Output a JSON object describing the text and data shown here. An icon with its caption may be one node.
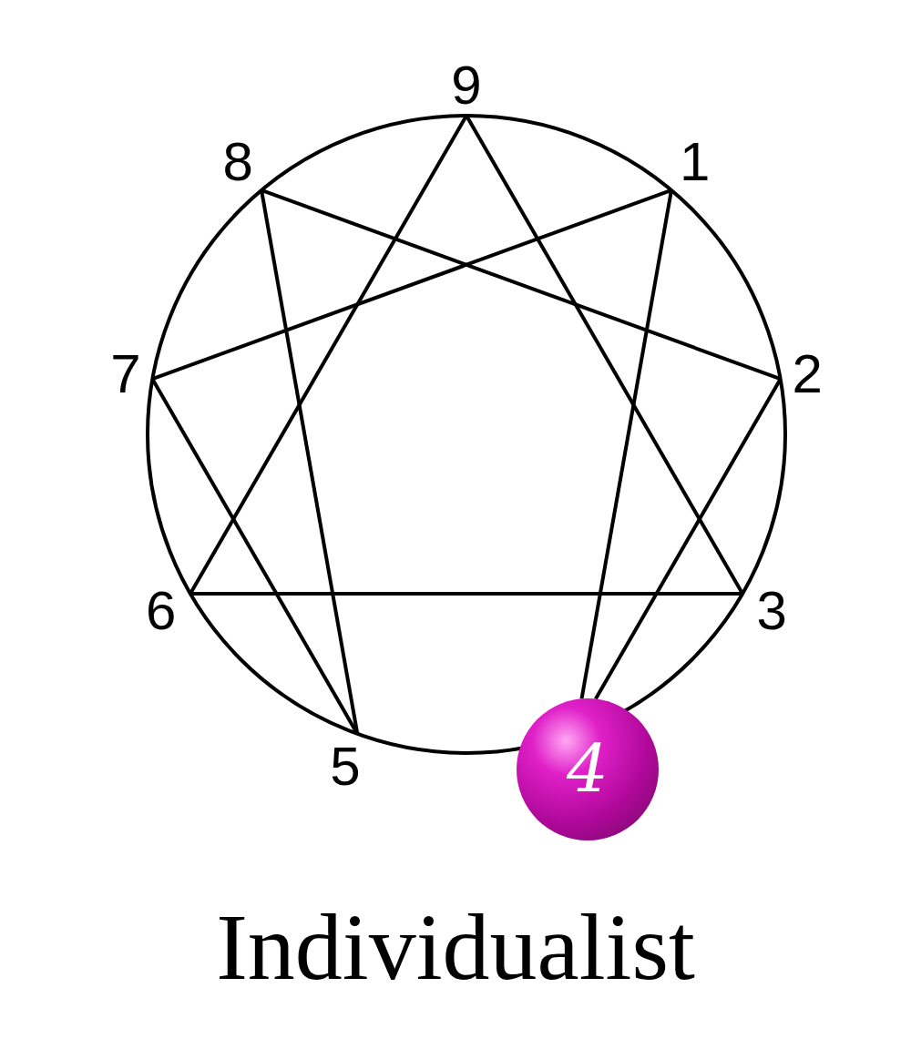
{
  "diagram": {
    "caption": "Individualist",
    "nodes": [
      {
        "text": [
          "9"
        ]
      },
      {
        "text": [
          "8"
        ]
      },
      {
        "text": [
          "1"
        ]
      },
      {
        "text": [
          "7"
        ]
      },
      {
        "text": [
          "2"
        ]
      },
      {
        "text": [
          "6"
        ]
      },
      {
        "text": [
          "3"
        ]
      },
      {
        "text": [
          "5"
        ]
      },
      {
        "text": [
          "4"
        ]
      }
    ],
    "edges": [
      {
        "from": 0,
        "to": 6,
        "arrow": "none"
      },
      {
        "from": 6,
        "to": 5,
        "arrow": "none"
      },
      {
        "from": 5,
        "to": 0,
        "arrow": "none"
      },
      {
        "from": 2,
        "to": 8,
        "arrow": "none"
      },
      {
        "from": 8,
        "to": 4,
        "arrow": "none"
      },
      {
        "from": 4,
        "to": 1,
        "arrow": "none"
      },
      {
        "from": 1,
        "to": 7,
        "arrow": "none"
      },
      {
        "from": 7,
        "to": 3,
        "arrow": "none"
      },
      {
        "from": 3,
        "to": 2,
        "arrow": "none"
      }
    ]
  }
}
